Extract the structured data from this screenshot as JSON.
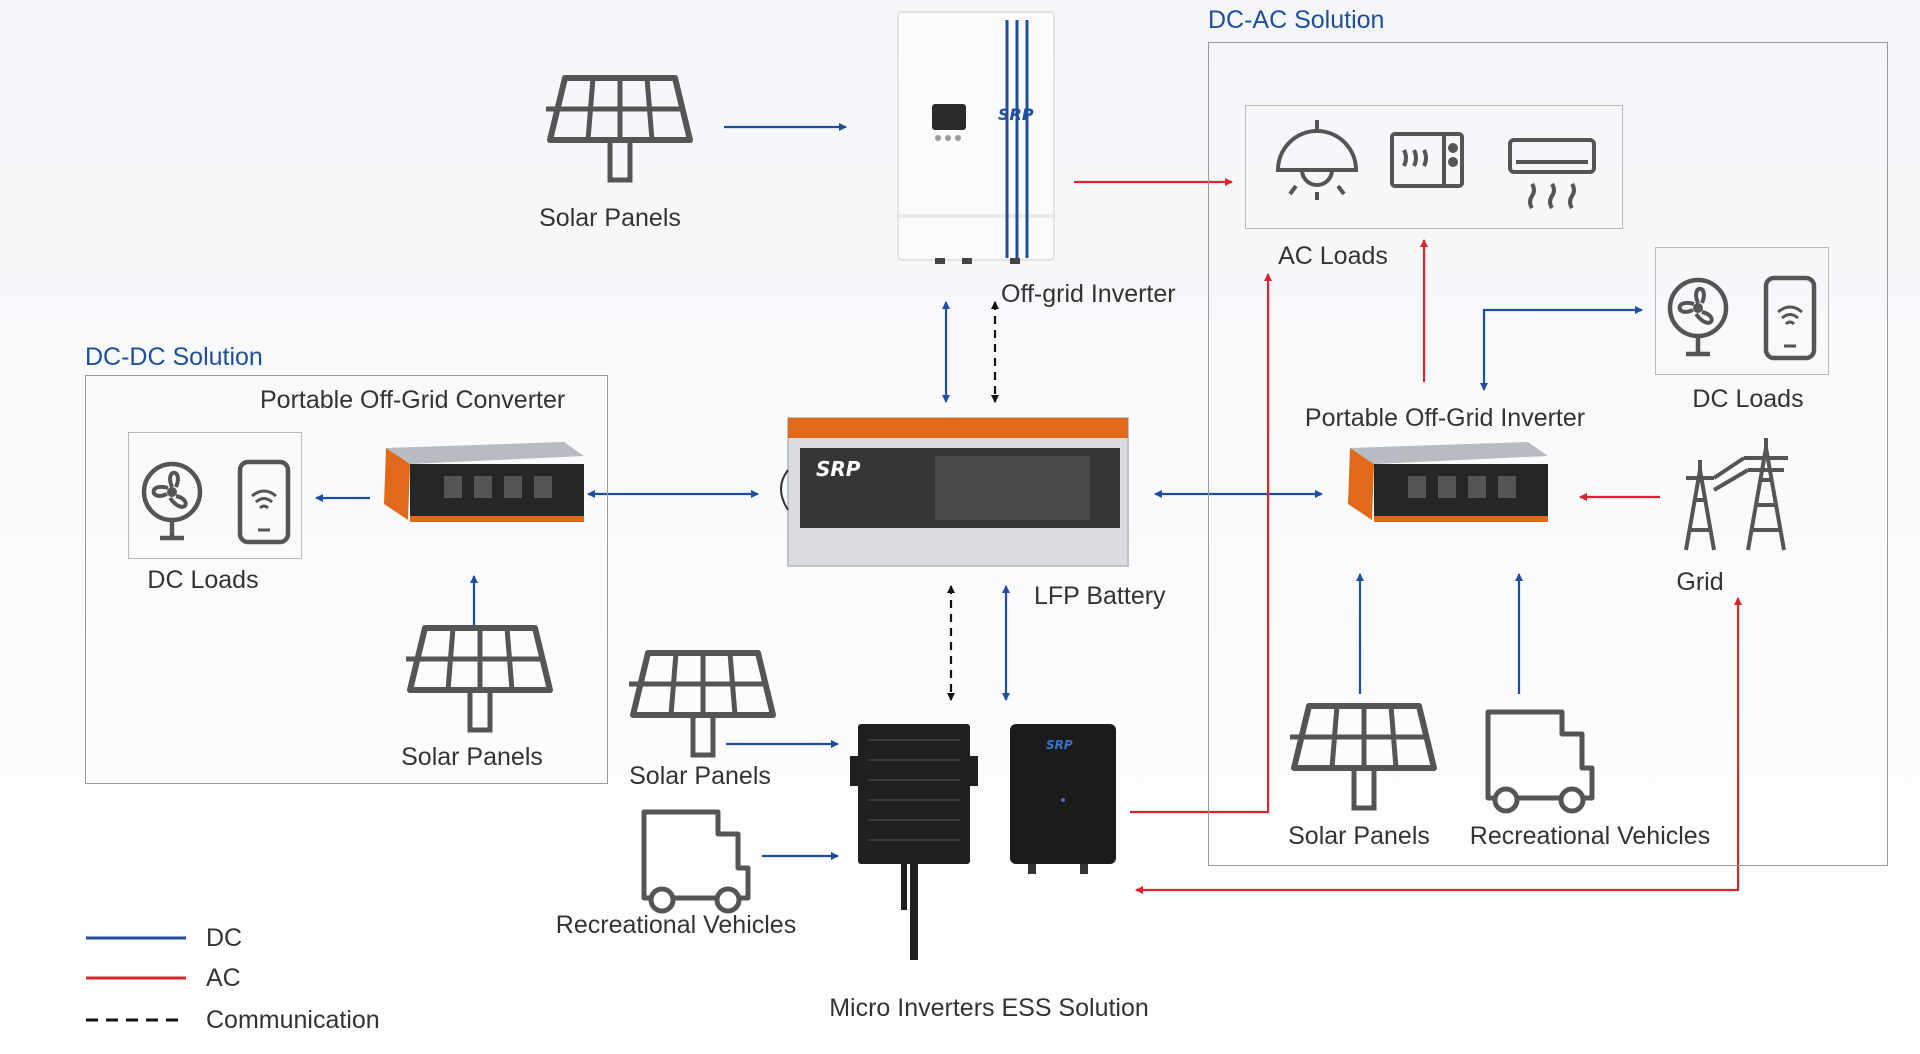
{
  "sections": {
    "dc_ac": "DC-AC Solution",
    "dc_dc": "DC-DC Solution"
  },
  "labels": {
    "solar_top": "Solar Panels",
    "offgrid_inverter": "Off-grid Inverter",
    "ac_loads": "AC Loads",
    "dc_loads_right": "DC Loads",
    "portable_inverter": "Portable Off-Grid Inverter",
    "grid": "Grid",
    "portable_converter": "Portable Off-Grid Converter",
    "dc_loads_left": "DC Loads",
    "solar_left": "Solar Panels",
    "lfp_battery": "LFP Battery",
    "solar_mid": "Solar Panels",
    "rv_mid": "Recreational Vehicles",
    "micro_inverters": "Micro Inverters ESS Solution",
    "solar_right": "Solar Panels",
    "rv_right": "Recreational Vehicles"
  },
  "brand_text": "SRP",
  "legend": [
    {
      "label": "DC",
      "color": "#1f4f9c",
      "style": "solid"
    },
    {
      "label": "AC",
      "color": "#d9252f",
      "style": "solid"
    },
    {
      "label": "Communication",
      "color": "#111111",
      "style": "dashed"
    }
  ],
  "colors": {
    "dc": "#1f4f9c",
    "ac": "#d9252f",
    "communication": "#111111",
    "section_title": "#1f4f9c",
    "device_accent": "#e06a1a"
  },
  "icons": [
    "solar-panel-icon",
    "lamp-icon",
    "microwave-icon",
    "air-conditioner-icon",
    "fan-icon",
    "phone-icon",
    "power-tower-icon",
    "rv-icon"
  ]
}
